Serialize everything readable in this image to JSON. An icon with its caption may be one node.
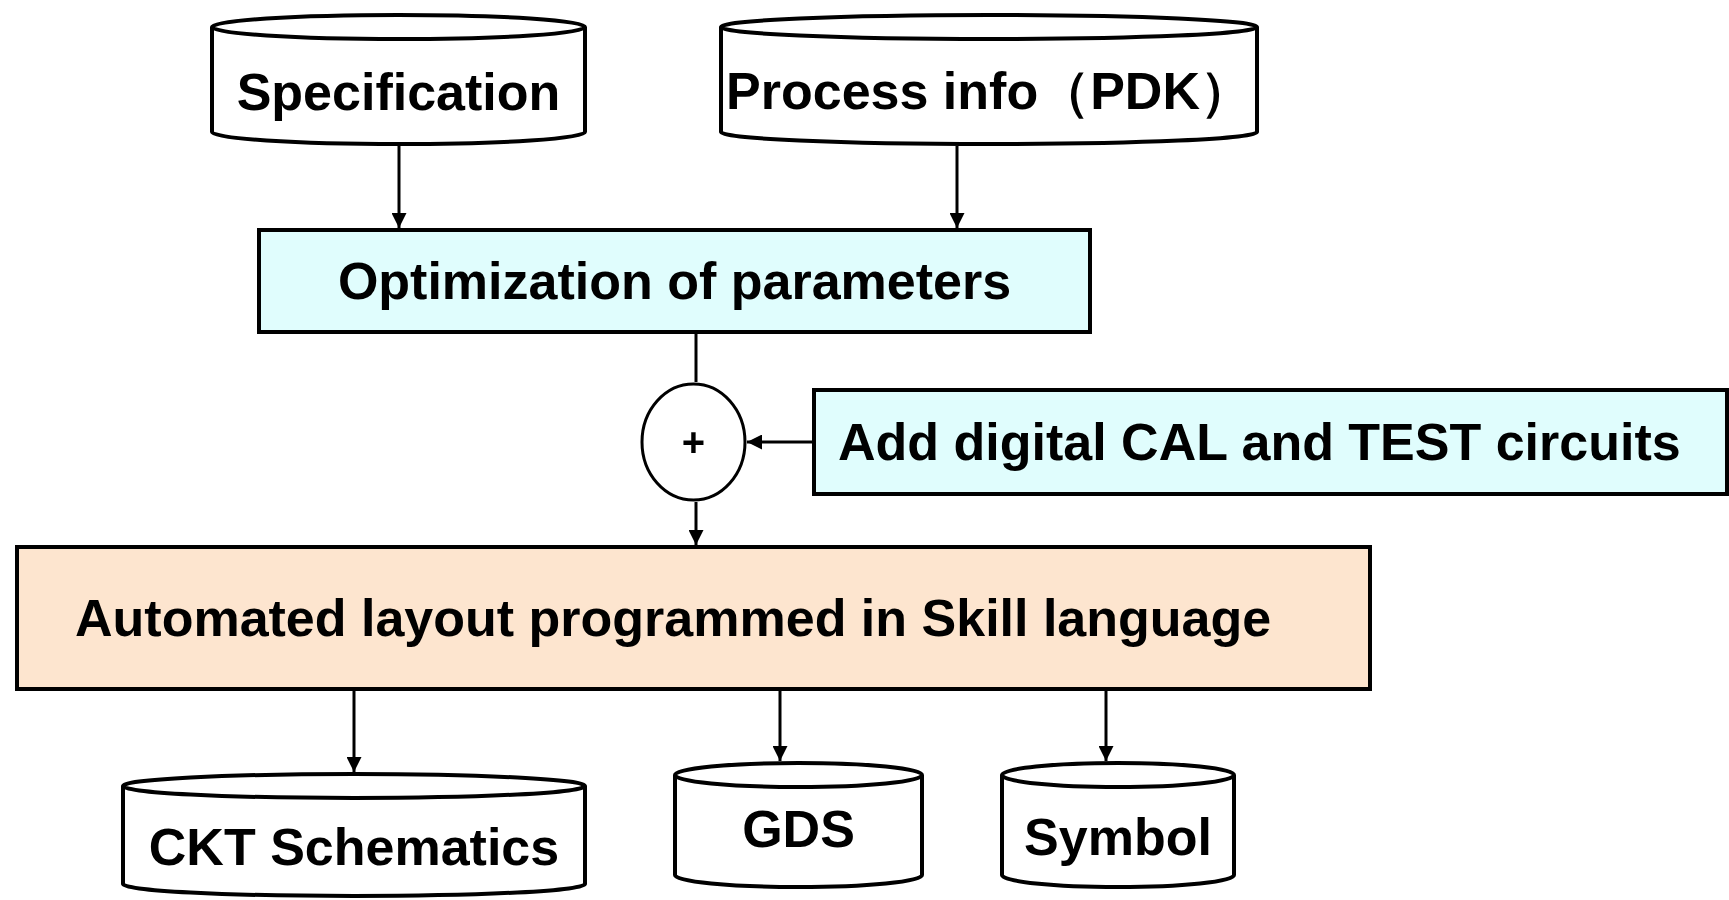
{
  "diagram": {
    "nodes": [
      {
        "text": [
          "Specification"
        ]
      },
      {
        "text": [
          "Process info（PDK）"
        ]
      },
      {
        "text": [
          "Optimization of parameters"
        ]
      },
      {
        "text": [
          "+"
        ]
      },
      {
        "text": [
          "Add digital CAL and TEST circuits"
        ]
      },
      {
        "text": [
          "Automated layout programmed in Skill language"
        ]
      },
      {
        "text": [
          "CKT Schematics"
        ]
      },
      {
        "text": [
          "GDS"
        ]
      },
      {
        "text": [
          "Symbol"
        ]
      }
    ],
    "edges": [
      {
        "from": 0,
        "to": 2,
        "arrow": "to"
      },
      {
        "from": 1,
        "to": 2,
        "arrow": "to"
      },
      {
        "from": 2,
        "to": 3,
        "arrow": "none"
      },
      {
        "from": 4,
        "to": 3,
        "arrow": "to"
      },
      {
        "from": 3,
        "to": 5,
        "arrow": "to"
      },
      {
        "from": 5,
        "to": 6,
        "arrow": "to"
      },
      {
        "from": 5,
        "to": 7,
        "arrow": "to"
      },
      {
        "from": 5,
        "to": 8,
        "arrow": "to"
      }
    ]
  }
}
